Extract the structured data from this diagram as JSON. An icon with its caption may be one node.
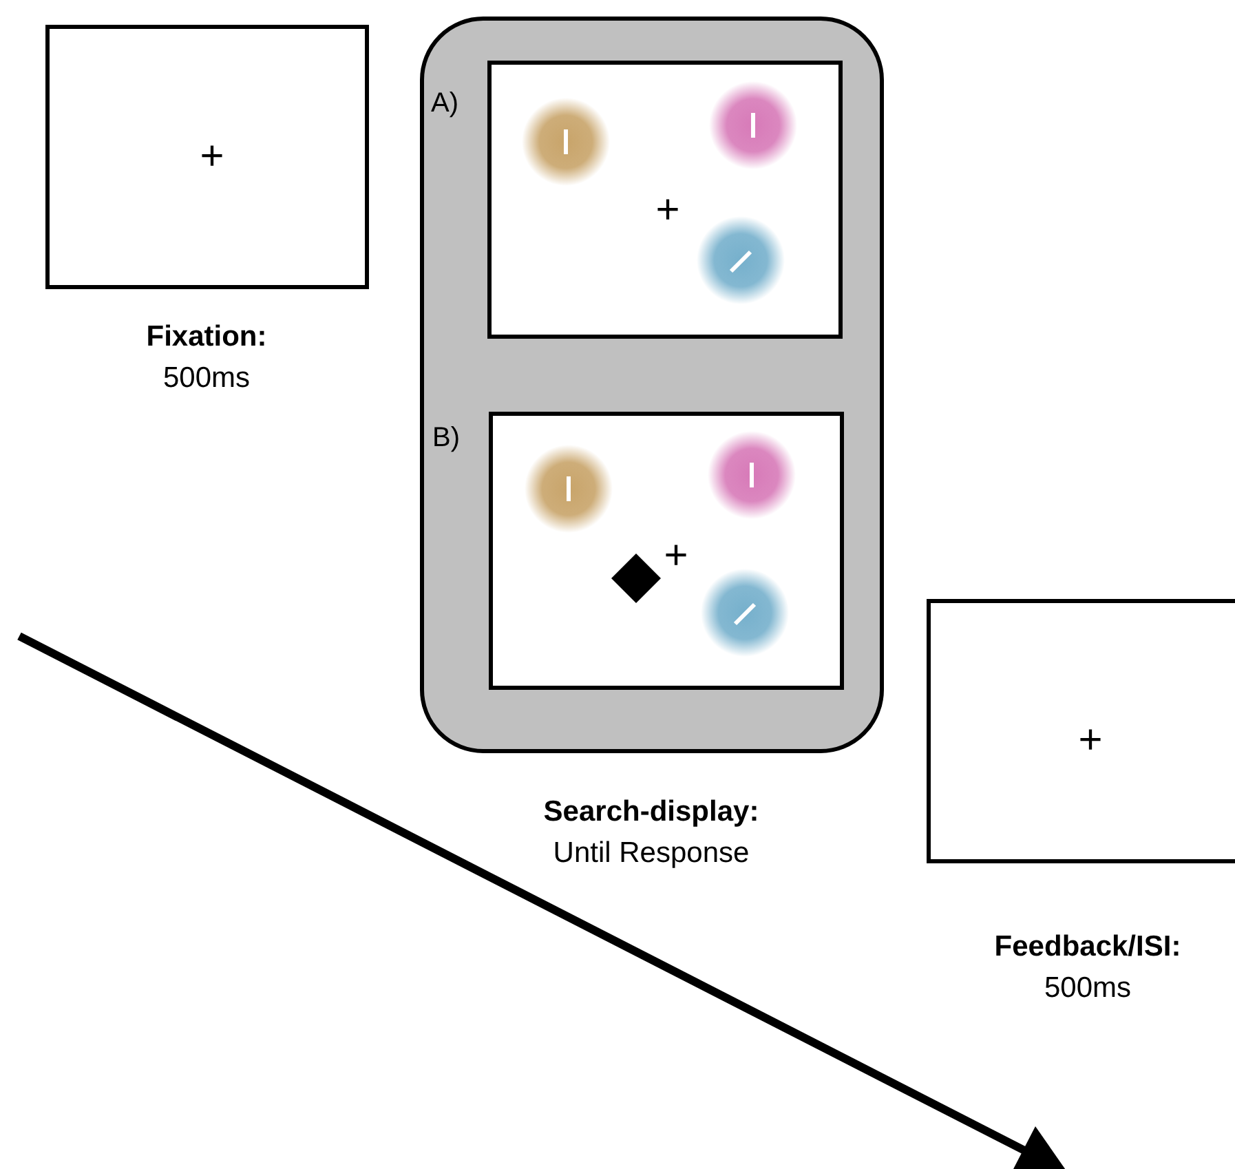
{
  "diagram": {
    "nodes": [
      {
        "text": [
          "+"
        ],
        "beside": [
          "Fixation:",
          "500ms"
        ]
      },
      {
        "text": [],
        "shape": "box",
        "beside": [
          "Search-display:",
          "Until Response"
        ]
      },
      {
        "text": [
          "A)",
          "+"
        ],
        "in": 1
      },
      {
        "text": [
          "B)",
          "+"
        ],
        "in": 1
      },
      {
        "text": [
          "+"
        ],
        "beside": [
          "Feedback/ISI:",
          "500ms"
        ]
      }
    ],
    "edges": []
  }
}
